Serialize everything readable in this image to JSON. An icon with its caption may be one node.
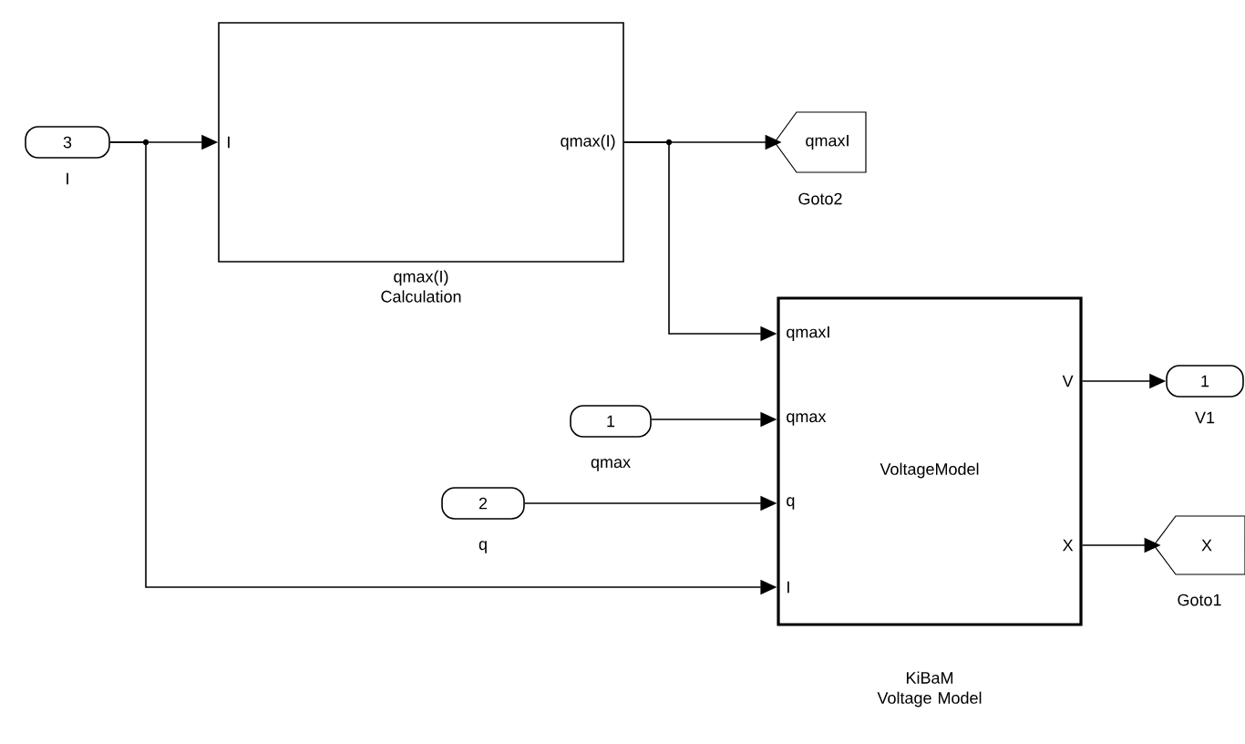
{
  "diagram": {
    "nodes": [
      {
        "text": [
          "3"
        ],
        "beside": [
          "I"
        ]
      },
      {
        "text": [
          "I",
          "qmax(I)"
        ],
        "beside": [
          "qmax(I) Calculation"
        ]
      },
      {
        "text": [
          "qmaxI"
        ],
        "beside": [
          "Goto2"
        ]
      },
      {
        "text": [
          "1"
        ],
        "beside": [
          "qmax"
        ]
      },
      {
        "text": [
          "2"
        ],
        "beside": [
          "q"
        ]
      },
      {
        "text": [
          "qmaxI",
          "qmax",
          "q",
          "I",
          "V",
          "X",
          "VoltageModel"
        ],
        "beside": [
          "KiBaM Voltage Model"
        ]
      },
      {
        "text": [
          "1"
        ],
        "beside": [
          "V1"
        ]
      },
      {
        "text": [
          "X"
        ],
        "beside": [
          "Goto1"
        ]
      }
    ],
    "edges": [
      {
        "from": 0,
        "to": 1,
        "arrow": "to"
      },
      {
        "from": 0,
        "to": 5,
        "arrow": "to"
      },
      {
        "from": 1,
        "to": 2,
        "arrow": "to"
      },
      {
        "from": 1,
        "to": 5,
        "arrow": "to"
      },
      {
        "from": 3,
        "to": 5,
        "arrow": "to"
      },
      {
        "from": 4,
        "to": 5,
        "arrow": "to"
      },
      {
        "from": 5,
        "to": 6,
        "arrow": "to"
      },
      {
        "from": 5,
        "to": 7,
        "arrow": "to"
      }
    ]
  }
}
